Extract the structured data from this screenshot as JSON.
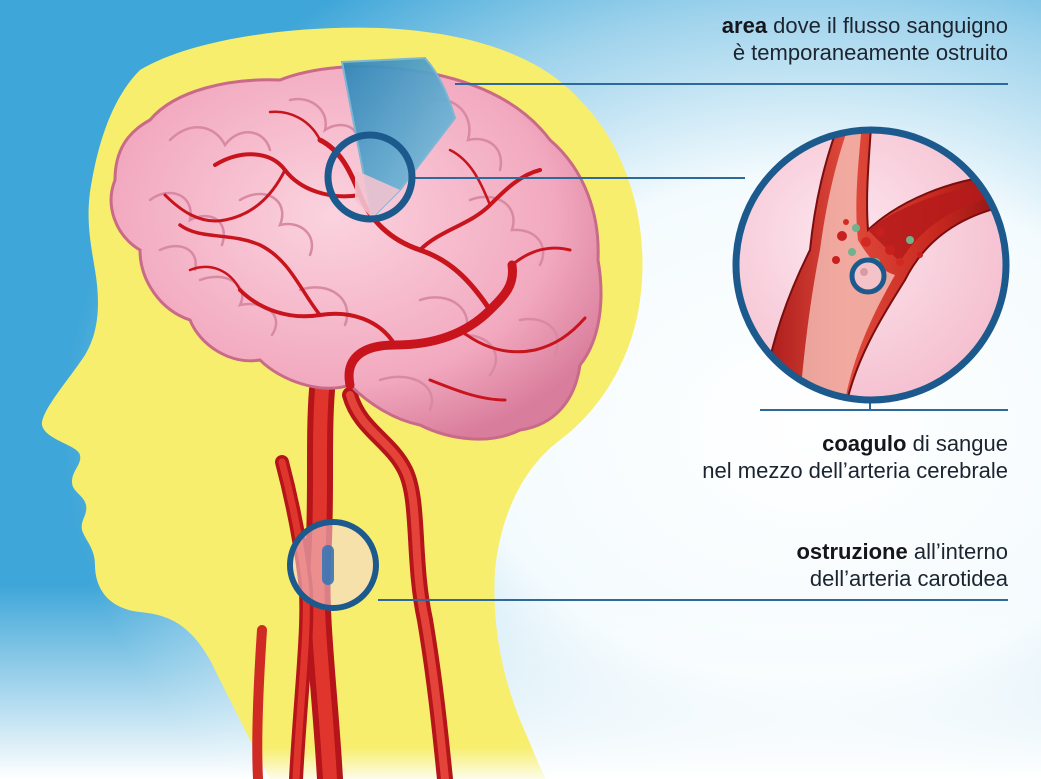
{
  "callouts": {
    "area": {
      "keyword": "area",
      "line1_rest": " dove il flusso sanguigno",
      "line2": "è temporaneamente ostruito"
    },
    "clot": {
      "keyword": "coagulo",
      "line1_rest": " di sangue",
      "line2": "nel mezzo dell’arteria cerebrale"
    },
    "obstruction": {
      "keyword": "ostruzione",
      "line1_rest": " all’interno",
      "line2": "dell’arteria carotidea"
    }
  },
  "colors": {
    "background_blue": "#4fb0dc",
    "head_yellow": "#f6ee6c",
    "brain_pink": "#f4b6c8",
    "artery_red": "#d42020",
    "callout_ring": "#1c5a8e",
    "leader_line": "#2c6a9c",
    "ischemic_area": "#5aa8cc"
  }
}
